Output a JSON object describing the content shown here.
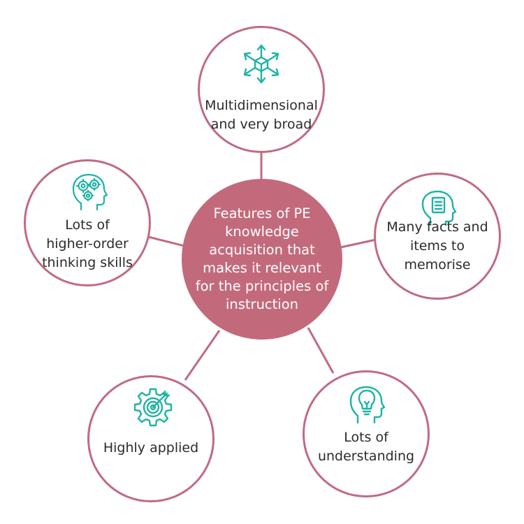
{
  "colors": {
    "accent": "#1fb3a5",
    "border": "#c06b80",
    "center_fill": "#c26a7c",
    "connector": "#c06b80",
    "text": "#2b2b2b",
    "center_text": "#ffffff"
  },
  "center": {
    "label": "Features of PE knowledge acquisition that makes it relevant for the principles of instruction"
  },
  "nodes": [
    {
      "lines": [
        "Multidimensional",
        "and very broad"
      ],
      "icon": "arrows-cube-icon"
    },
    {
      "lines": [
        "Many facts and",
        "items to",
        "memorise"
      ],
      "icon": "head-document-icon"
    },
    {
      "lines": [
        "Lots of",
        "understanding"
      ],
      "icon": "head-lightbulb-icon"
    },
    {
      "lines": [
        "Highly applied"
      ],
      "icon": "gear-target-icon"
    },
    {
      "lines": [
        "Lots of",
        "higher-order",
        "thinking skills"
      ],
      "icon": "head-gears-icon"
    }
  ]
}
